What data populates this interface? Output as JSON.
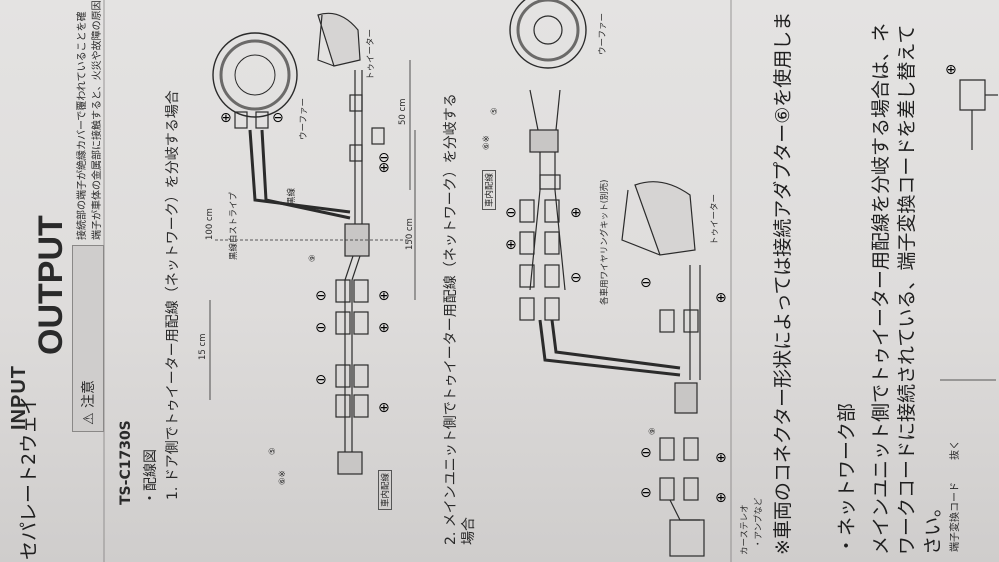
{
  "header": {
    "brand_input": "INPUT",
    "brand_logo": "OUTPUT",
    "caution_label": "注意",
    "caution_text_1": "接続部の端子が絶縁カバーで覆われていることを確",
    "caution_text_2": "端子が車体の金属部に接触すると、火災や故障の原因",
    "title": "セパレート2ウェイ"
  },
  "model": "TS-C1730S",
  "wiring_heading": "・配線図",
  "section1": {
    "title": "1. ドア側でトゥイーター用配線（ネットワーク）を分岐する場合",
    "labels": {
      "woofer": "ウーファー",
      "tweeter": "トゥイーター",
      "black_wire": "黒線",
      "black_white_stripe": "黒線白ストライプ",
      "dim_50": "50 cm",
      "dim_100": "100 cm",
      "dim_150": "150 cm",
      "dim_15": "15 cm",
      "num_5": "⑤",
      "num_9": "⑨",
      "num_6": "⑥※",
      "vehicle_wiring": "車内配線"
    }
  },
  "section2": {
    "title_1": "2. メインユニット側でトゥイーター用配線（ネットワーク）を分岐する",
    "title_2": "場合",
    "labels": {
      "woofer": "ウーファー",
      "tweeter": "トゥイーター",
      "vehicle_wiring": "車内配線",
      "wiring_kit": "各車用ワイヤリングキット(別売)",
      "num_5": "⑤",
      "num_6": "⑥※",
      "num_9": "⑨",
      "car_stereo": "カーステレオ",
      "amp": "・アンプなど"
    }
  },
  "note": "※車両のコネクター形状によっては接続アダプター⑥を使用しま",
  "network": {
    "heading": "・ネットワーク部",
    "line1": "メインユニット側でトゥイーター用配線を分岐する場合は、ネ",
    "line2": "ワークコードに接続されている、端子変換コードを差し替えて",
    "line3": "さい。",
    "terminal_label": "端子変換コード",
    "pull_label": "抜く"
  },
  "symbols": {
    "plus": "⊕",
    "minus": "⊖"
  }
}
